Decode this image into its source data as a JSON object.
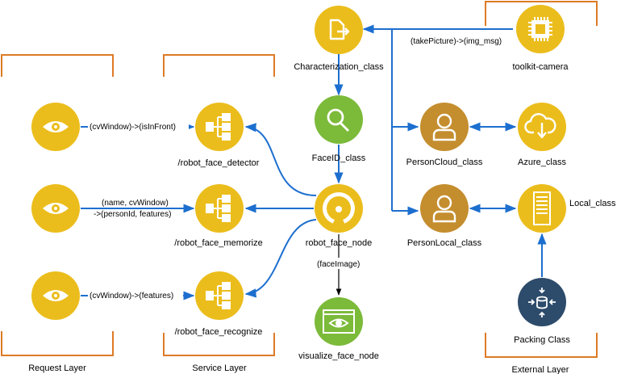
{
  "layers": {
    "request": "Request Layer",
    "service": "Service Layer",
    "external": "External Layer"
  },
  "nodes": {
    "characterization": "Characterization_class",
    "toolkit_camera": "toolkit-camera",
    "face_id": "FaceID_class",
    "person_cloud": "PersonCloud_class",
    "azure": "Azure_class",
    "person_local": "PersonLocal_class",
    "local": "Local_class",
    "packing": "Packing Class",
    "robot_face_node": "robot_face_node",
    "visualize_face_node": "visualize_face_node",
    "robot_face_detector": "/robot_face_detector",
    "robot_face_memorize": "/robot_face_memorize",
    "robot_face_recognize": "/robot_face_recognize"
  },
  "edges": {
    "take_picture": "(takePicture)->(img_msg)",
    "detector_call": "(cvWindow)->(isInFront)",
    "memorize_call_1": "(name, cvWindow)",
    "memorize_call_2": "->(personId,  features)",
    "recognize_call": "(cvWindow)->(features)",
    "face_image": "(faceImage)"
  },
  "colors": {
    "yellow": "#ebbd1c",
    "green": "#7cba3a",
    "brown": "#c48d2e",
    "navy": "#2d4b6b",
    "arrow_blue": "#1d6fcf",
    "bracket_orange": "#dd7b26"
  }
}
